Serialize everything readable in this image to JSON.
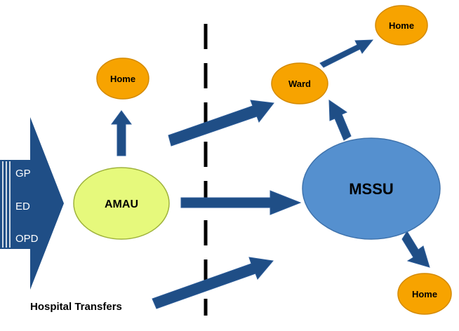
{
  "sources": [
    "GP",
    "ED",
    "OPD"
  ],
  "nodes": {
    "amau": "AMAU",
    "mssu": "MSSU",
    "ward": "Ward",
    "home_amau": "Home",
    "home_ward": "Home",
    "home_mssu": "Home"
  },
  "hospital_transfers": "Hospital Transfers",
  "colors": {
    "arrow": "#1f4e86",
    "arrow_edge": "#2b5b98",
    "home_fill": "#f7a300",
    "home_stroke": "#d48a00",
    "amau_fill": "#e6f97c",
    "mssu_fill": "#5590cf",
    "divider": "#000000"
  }
}
